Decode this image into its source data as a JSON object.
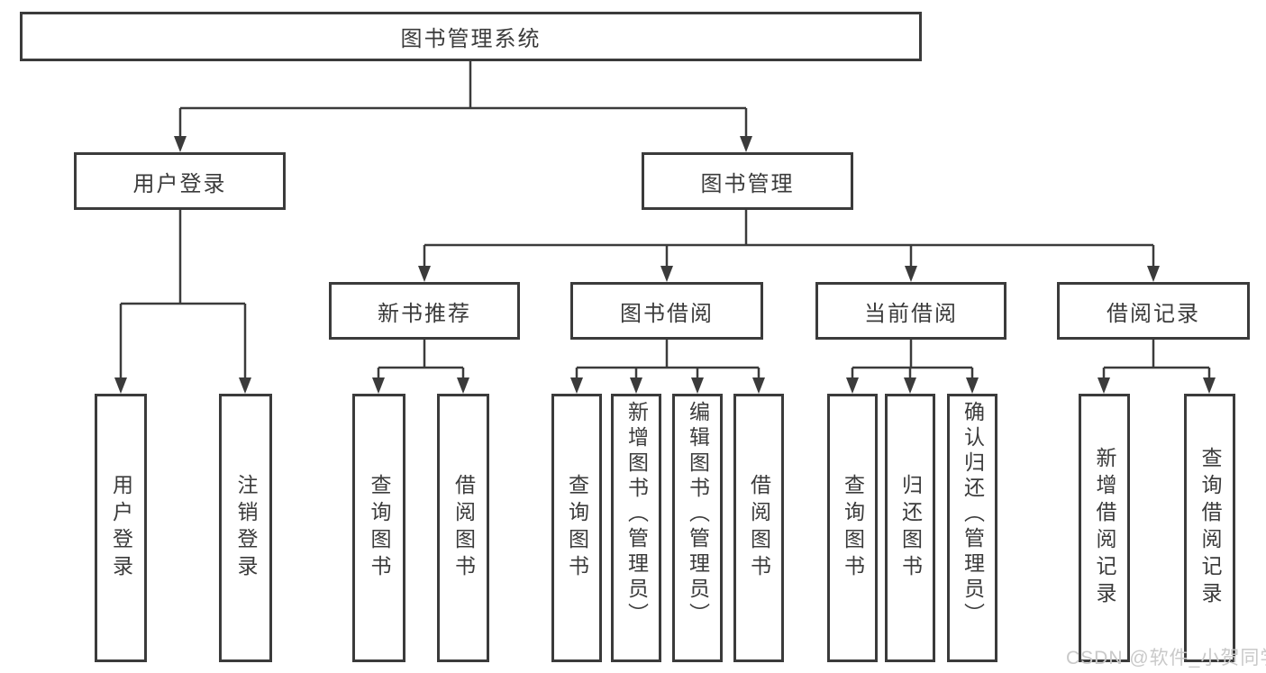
{
  "tree": {
    "root": {
      "label": "图书管理系统",
      "children": [
        {
          "label": "用户登录",
          "children": [
            {
              "label": "用户登录"
            },
            {
              "label": "注销登录"
            }
          ]
        },
        {
          "label": "图书管理",
          "children": [
            {
              "label": "新书推荐",
              "children": [
                {
                  "label": "查询图书"
                },
                {
                  "label": "借阅图书"
                }
              ]
            },
            {
              "label": "图书借阅",
              "children": [
                {
                  "label": "查询图书"
                },
                {
                  "label": "新增图书（管理员）"
                },
                {
                  "label": "编辑图书（管理员）"
                },
                {
                  "label": "借阅图书"
                }
              ]
            },
            {
              "label": "当前借阅",
              "children": [
                {
                  "label": "查询图书"
                },
                {
                  "label": "归还图书"
                },
                {
                  "label": "确认归还（管理员）"
                }
              ]
            },
            {
              "label": "借阅记录",
              "children": [
                {
                  "label": "新增借阅记录"
                },
                {
                  "label": "查询借阅记录"
                }
              ]
            }
          ]
        }
      ]
    }
  },
  "watermark": {
    "text": "CSDN @软件_小贺同学"
  },
  "colors": {
    "line": "#3b3b3b",
    "box_border": "#3b3b3b",
    "box_fill": "#ffffff",
    "text": "#3b3b3b",
    "watermark": "#c9c9c9",
    "background": "#ffffff"
  }
}
